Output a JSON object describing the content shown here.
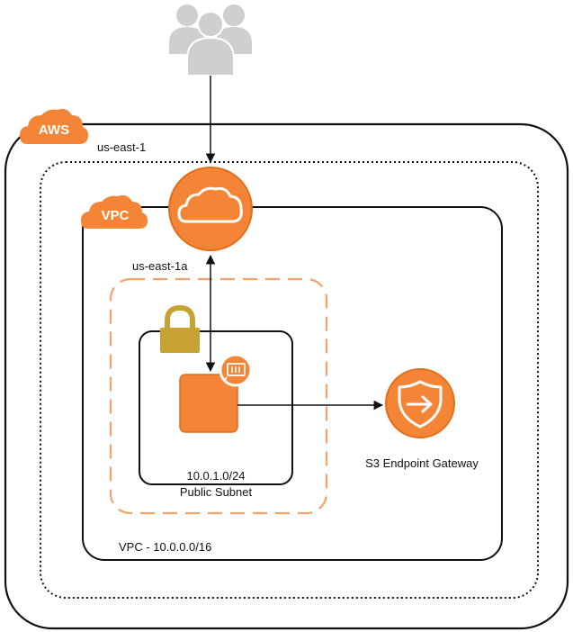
{
  "labels": {
    "aws": "AWS",
    "region": "us-east-1",
    "vpc_badge": "VPC",
    "az": "us-east-1a",
    "subnet_cidr": "10.0.1.0/24",
    "subnet_name": "Public Subnet",
    "vpc_cidr": "VPC - 10.0.0.0/16",
    "s3_gateway": "S3 Endpoint Gateway"
  },
  "icons": {
    "users": "users-group-icon",
    "aws_cloud": "aws-cloud-badge-icon",
    "vpc_cloud": "vpc-cloud-badge-icon",
    "internet_gateway": "internet-gateway-cloud-icon",
    "lock": "lock-icon",
    "instance": "ec2-instance-icon",
    "eni": "network-interface-icon",
    "endpoint": "vpc-endpoint-shield-icon"
  },
  "colors": {
    "aws_orange": "#F58536",
    "orange_dark": "#E06F1C",
    "lock_gold": "#C8A233",
    "users_gray": "#CFCFCF",
    "line": "#111111"
  }
}
